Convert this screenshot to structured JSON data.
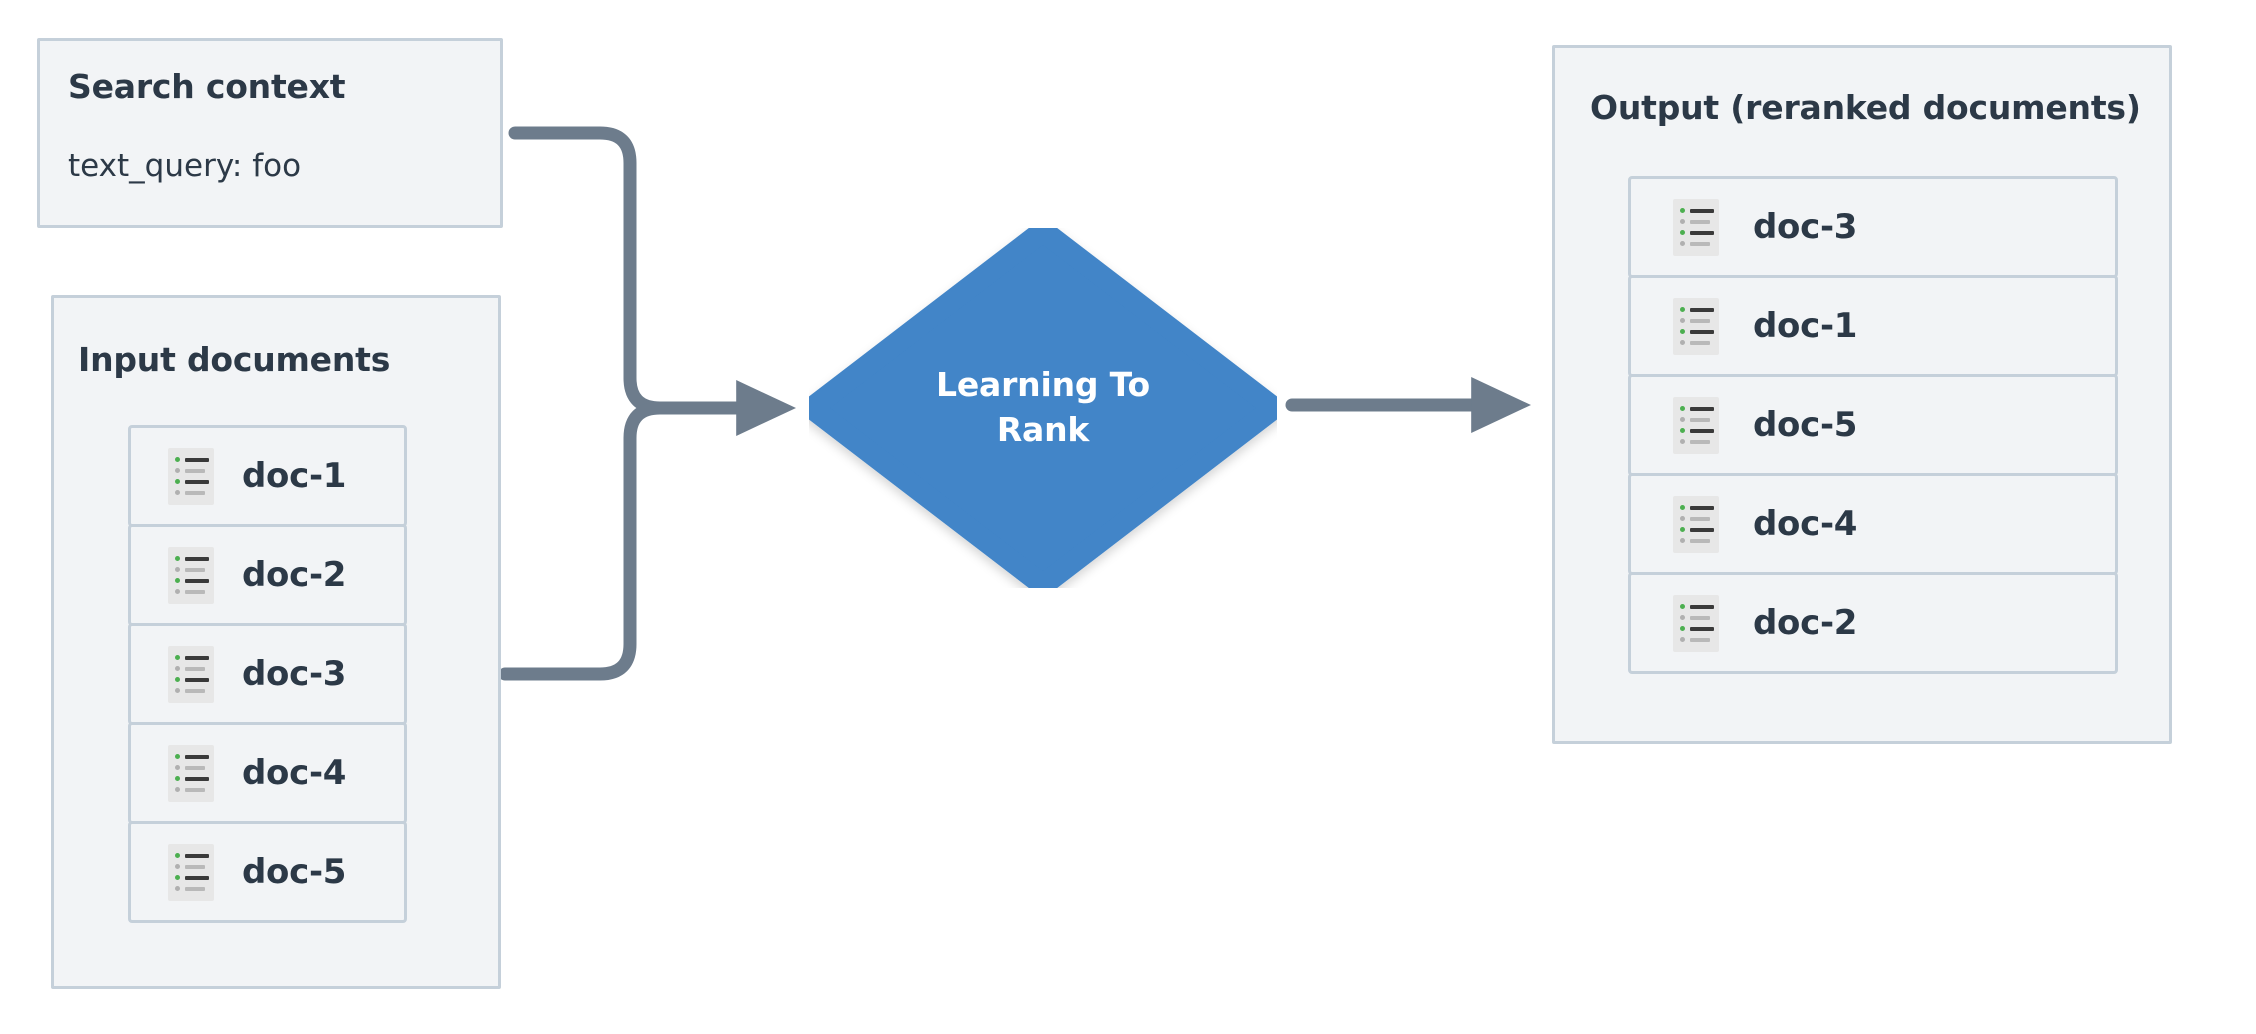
{
  "diagram": {
    "title": "Learning To Rank reranking flow",
    "background": "#ffffff",
    "colors": {
      "panel_fill": "#f2f4f6",
      "panel_border": "#c5d0da",
      "text": "#2c3947",
      "connector": "#6d7c8c",
      "process_fill": "#4285c8",
      "process_text": "#ffffff",
      "icon_fill": "#e7e7e7",
      "icon_bullet_green": "#4caf50",
      "icon_bullet_grey": "#b0b0b0"
    }
  },
  "search_context": {
    "title": "Search context",
    "query_line": "text_query: foo"
  },
  "input_documents": {
    "title": "Input documents",
    "docs": [
      {
        "label": "doc-1",
        "icon": "document-list-icon"
      },
      {
        "label": "doc-2",
        "icon": "document-list-icon"
      },
      {
        "label": "doc-3",
        "icon": "document-list-icon"
      },
      {
        "label": "doc-4",
        "icon": "document-list-icon"
      },
      {
        "label": "doc-5",
        "icon": "document-list-icon"
      }
    ]
  },
  "process": {
    "label_line1": "Learning To",
    "label_line2": "Rank",
    "shape": "diamond"
  },
  "output_documents": {
    "title": "Output (reranked documents)",
    "docs": [
      {
        "label": "doc-3",
        "icon": "document-list-icon"
      },
      {
        "label": "doc-1",
        "icon": "document-list-icon"
      },
      {
        "label": "doc-5",
        "icon": "document-list-icon"
      },
      {
        "label": "doc-4",
        "icon": "document-list-icon"
      },
      {
        "label": "doc-2",
        "icon": "document-list-icon"
      }
    ]
  },
  "connectors": [
    {
      "name": "search-context-to-process",
      "from": "search_context",
      "to": "process",
      "style": "elbow-arrow"
    },
    {
      "name": "input-documents-to-process",
      "from": "input_documents",
      "to": "process",
      "style": "elbow-arrow"
    },
    {
      "name": "process-to-output",
      "from": "process",
      "to": "output_documents",
      "style": "straight-arrow"
    }
  ]
}
